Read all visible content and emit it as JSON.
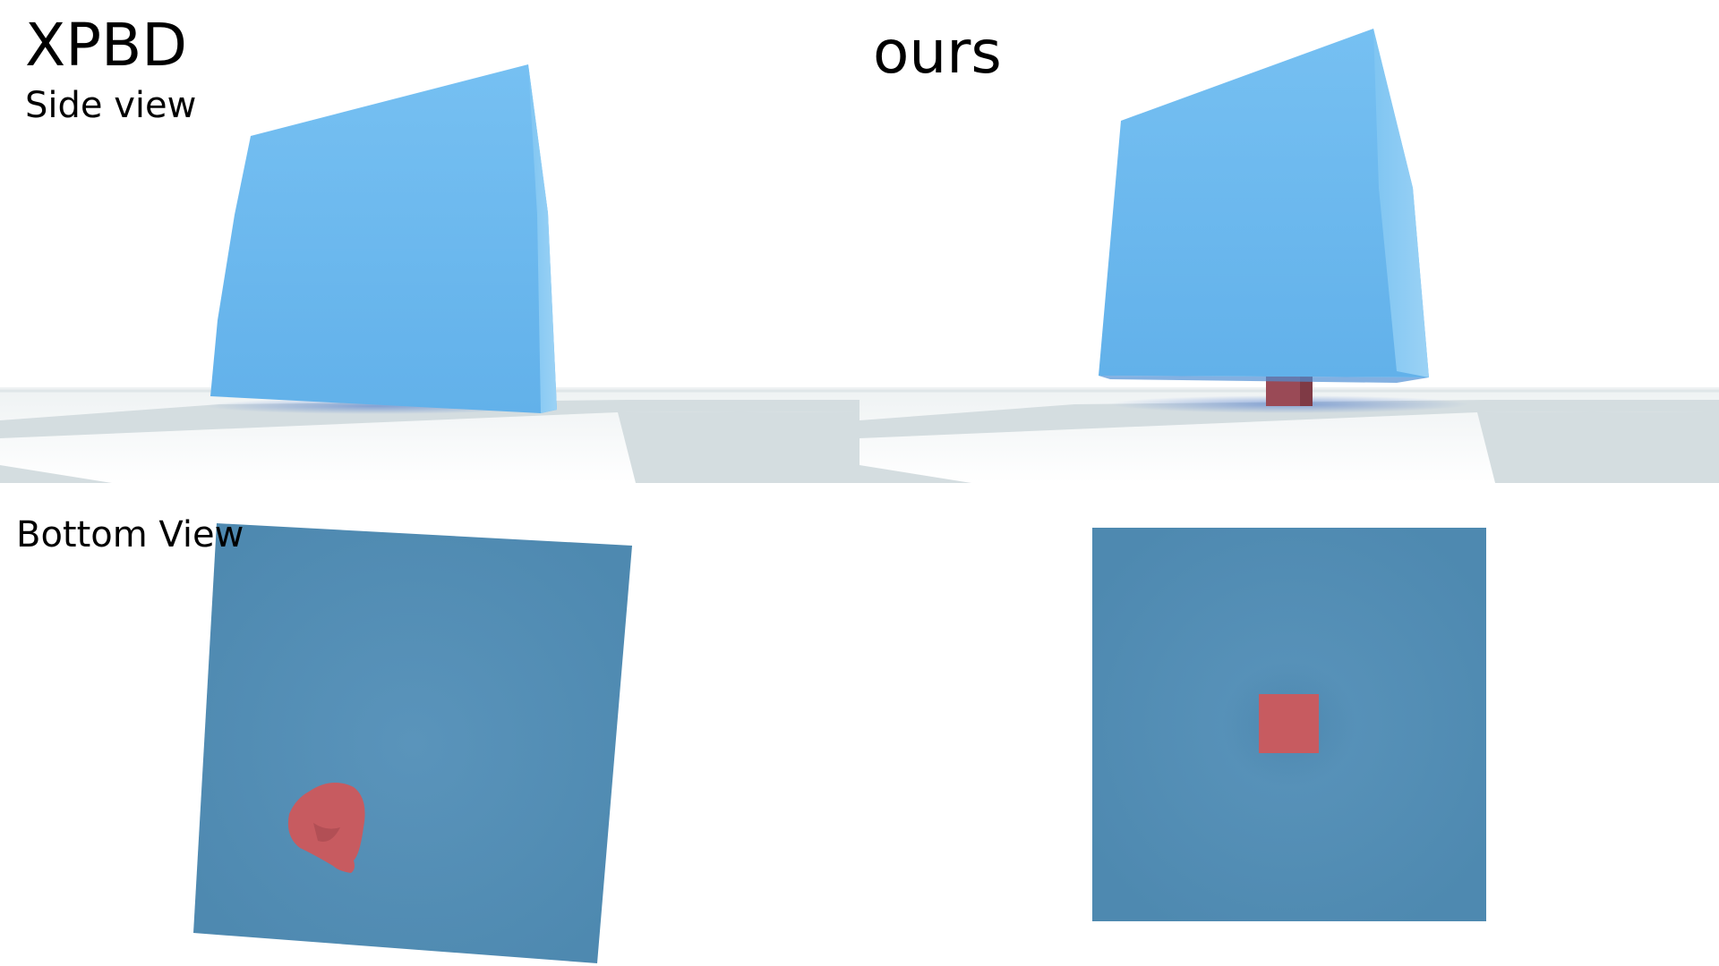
{
  "labels": {
    "left_title": "XPBD",
    "right_title": "ours",
    "side_view": "Side view",
    "bottom_view": "Bottom View"
  },
  "colors": {
    "cube_side_front": "#6cb9ee",
    "cube_side_right": "#8ccbf2",
    "cube_bottom_face": "#528db4",
    "contact_object": "#c75b60",
    "floor_tile": "#d4dde0",
    "floor_white": "#ffffff",
    "shadow": "#3f6fc8"
  }
}
